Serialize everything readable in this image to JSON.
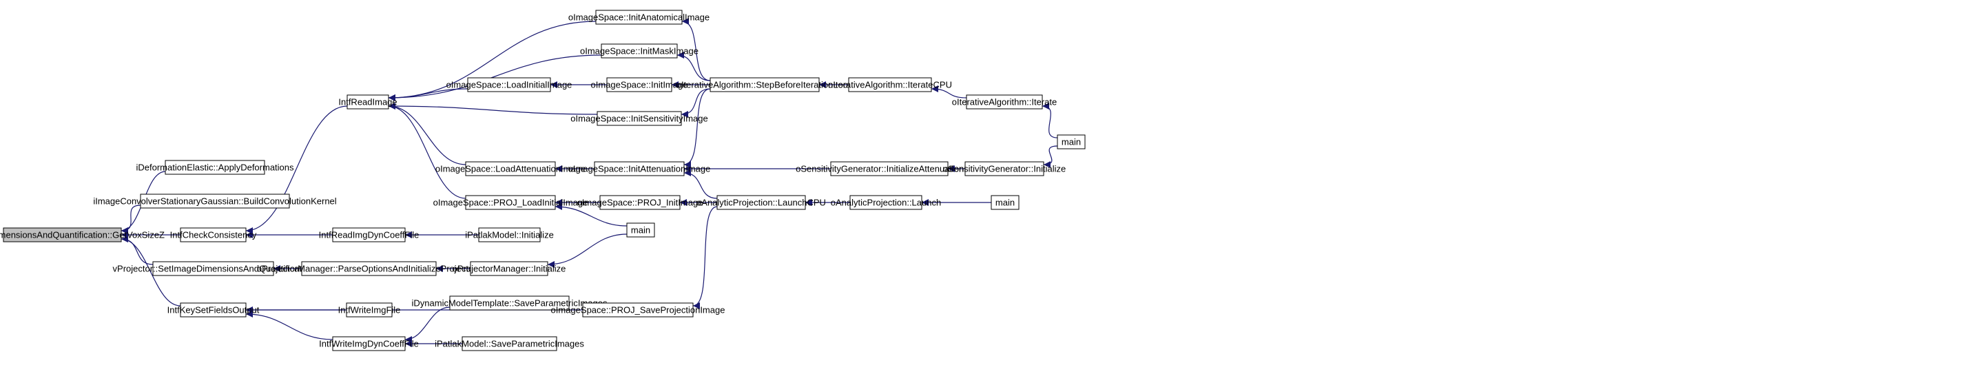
{
  "graph": {
    "nodes": [
      {
        "id": "root",
        "label": "oImageDimensionsAndQuantification::GetVoxSizeZ",
        "root": true
      },
      {
        "id": "def_apply",
        "label": "iDeformationElastic::ApplyDeformations"
      },
      {
        "id": "conv_build",
        "label": "iImageConvolverStationaryGaussian::BuildConvolutionKernel"
      },
      {
        "id": "check_cons",
        "label": "IntfCheckConsistency"
      },
      {
        "id": "vproj_set",
        "label": "vProjector::SetImageDimensionsAndQuantification"
      },
      {
        "id": "key_set",
        "label": "IntfKeySetFieldsOutput"
      },
      {
        "id": "read_img",
        "label": "IntfReadImage"
      },
      {
        "id": "read_dyn",
        "label": "IntfReadImgDynCoeffFile"
      },
      {
        "id": "pm_parse",
        "label": "oProjectorManager::ParseOptionsAndInitializeProjectors"
      },
      {
        "id": "write_img",
        "label": "IntfWriteImgFile"
      },
      {
        "id": "write_dyn",
        "label": "IntfWriteImgDynCoeffFile"
      },
      {
        "id": "is_init_anat",
        "label": "oImageSpace::InitAnatomicalImage"
      },
      {
        "id": "is_init_mask",
        "label": "oImageSpace::InitMaskImage"
      },
      {
        "id": "is_load_init",
        "label": "oImageSpace::LoadInitialImage"
      },
      {
        "id": "is_load_att",
        "label": "oImageSpace::LoadAttenuationImage"
      },
      {
        "id": "is_proj_load",
        "label": "oImageSpace::PROJ_LoadInitialImage"
      },
      {
        "id": "pat_init",
        "label": "iPatlakModel::Initialize"
      },
      {
        "id": "pm_init",
        "label": "oProjectorManager::Initialize"
      },
      {
        "id": "dyn_save",
        "label": "iDynamicModelTemplate::SaveParametricImages"
      },
      {
        "id": "pat_save",
        "label": "iPatlakModel::SaveParametricImages"
      },
      {
        "id": "is_init_img",
        "label": "oImageSpace::InitImage"
      },
      {
        "id": "is_init_sens",
        "label": "oImageSpace::InitSensitivityImage"
      },
      {
        "id": "is_init_att",
        "label": "oImageSpace::InitAttenuationImage"
      },
      {
        "id": "is_proj_init",
        "label": "oImageSpace::PROJ_InitImage"
      },
      {
        "id": "main_mid",
        "label": "main"
      },
      {
        "id": "is_proj_save",
        "label": "oImageSpace::PROJ_SaveProjectionImage"
      },
      {
        "id": "iter_step",
        "label": "oIterativeAlgorithm::StepBeforeIterationLoop"
      },
      {
        "id": "ana_cpu",
        "label": "oAnalyticProjection::LaunchCPU"
      },
      {
        "id": "iter_cpu",
        "label": "oIterativeAlgorithm::IterateCPU"
      },
      {
        "id": "sens_att",
        "label": "oSensitivityGenerator::InitializeAttenuationFiles"
      },
      {
        "id": "ana_launch",
        "label": "oAnalyticProjection::Launch"
      },
      {
        "id": "iter_iter",
        "label": "oIterativeAlgorithm::Iterate"
      },
      {
        "id": "sens_init",
        "label": "oSensitivityGenerator::Initialize"
      },
      {
        "id": "main_right",
        "label": "main"
      },
      {
        "id": "main_ana",
        "label": "main"
      }
    ],
    "edges": [
      [
        "def_apply",
        "root"
      ],
      [
        "conv_build",
        "root"
      ],
      [
        "check_cons",
        "root"
      ],
      [
        "vproj_set",
        "root"
      ],
      [
        "key_set",
        "root"
      ],
      [
        "read_img",
        "check_cons"
      ],
      [
        "read_dyn",
        "check_cons"
      ],
      [
        "pm_parse",
        "vproj_set"
      ],
      [
        "write_img",
        "key_set"
      ],
      [
        "write_dyn",
        "key_set"
      ],
      [
        "is_proj_save",
        "key_set"
      ],
      [
        "is_init_anat",
        "read_img"
      ],
      [
        "is_init_mask",
        "read_img"
      ],
      [
        "is_load_init",
        "read_img"
      ],
      [
        "is_init_sens",
        "read_img"
      ],
      [
        "is_load_att",
        "read_img"
      ],
      [
        "is_proj_load",
        "read_img"
      ],
      [
        "pat_init",
        "read_dyn"
      ],
      [
        "pm_init",
        "pm_parse"
      ],
      [
        "dyn_save",
        "write_dyn"
      ],
      [
        "pat_save",
        "write_dyn"
      ],
      [
        "is_init_img",
        "is_load_init"
      ],
      [
        "is_init_att",
        "is_load_att"
      ],
      [
        "is_proj_init",
        "is_proj_load"
      ],
      [
        "main_mid",
        "is_proj_load"
      ],
      [
        "main_mid",
        "pm_init"
      ],
      [
        "iter_step",
        "is_init_anat"
      ],
      [
        "iter_step",
        "is_init_mask"
      ],
      [
        "iter_step",
        "is_init_img"
      ],
      [
        "iter_step",
        "is_init_sens"
      ],
      [
        "iter_step",
        "is_init_att"
      ],
      [
        "sens_att",
        "is_init_att"
      ],
      [
        "ana_cpu",
        "is_init_att"
      ],
      [
        "ana_cpu",
        "is_proj_init"
      ],
      [
        "ana_cpu",
        "is_proj_save"
      ],
      [
        "iter_cpu",
        "iter_step"
      ],
      [
        "iter_iter",
        "iter_cpu"
      ],
      [
        "sens_init",
        "sens_att"
      ],
      [
        "ana_launch",
        "ana_cpu"
      ],
      [
        "main_right",
        "iter_iter"
      ],
      [
        "main_right",
        "sens_init"
      ],
      [
        "main_ana",
        "ana_launch"
      ]
    ]
  }
}
